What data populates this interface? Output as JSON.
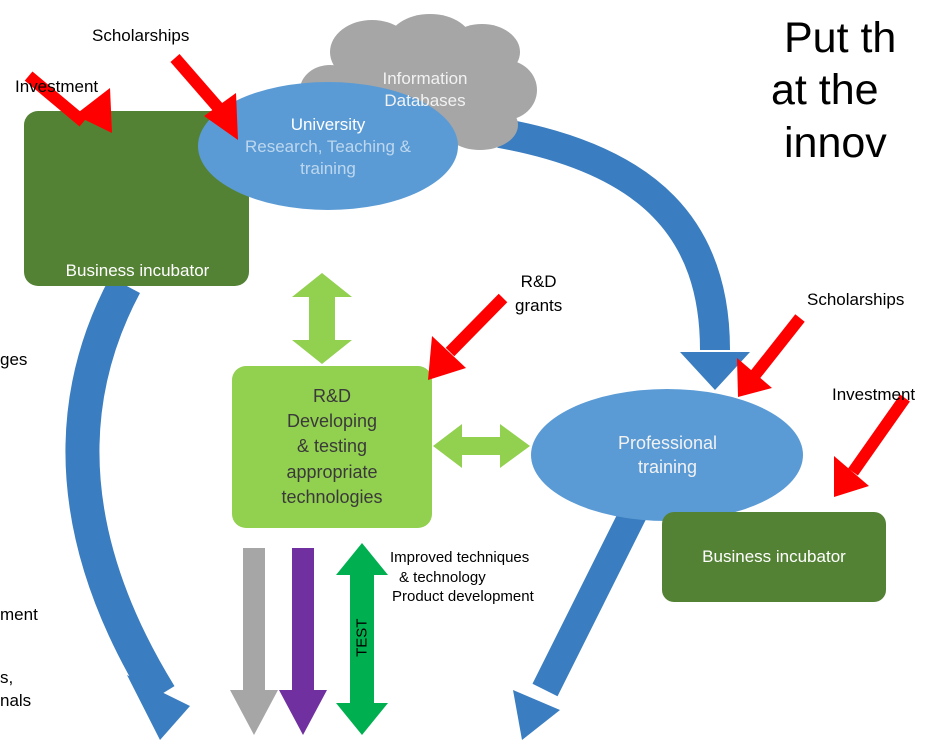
{
  "title": {
    "lines": [
      "Put th",
      "at the",
      "innov"
    ]
  },
  "cloud": {
    "lines": [
      "Information",
      "Databases"
    ]
  },
  "university": {
    "line1": "University",
    "line2": "Research, Teaching &",
    "line3": "training"
  },
  "incubator_left": {
    "label": "Business incubator"
  },
  "incubator_right": {
    "label": "Business incubator"
  },
  "rd_box": {
    "lines": [
      "R&D",
      "Developing",
      "& testing",
      "appropriate",
      "technologies"
    ]
  },
  "professional": {
    "line1": "Professional",
    "line2": "training"
  },
  "labels": {
    "scholarships_top": "Scholarships",
    "investment_top": "Investment",
    "rd_grants": [
      "R&D",
      "grants"
    ],
    "scholarships_right": "Scholarships",
    "investment_right": "Investment",
    "improved": [
      "Improved techniques",
      "& technology",
      "Product development"
    ],
    "test": "TEST",
    "left_cut_1": "ges",
    "left_cut_2": "ment",
    "left_cut_3": "s,",
    "left_cut_4": "nals"
  },
  "colors": {
    "blue_flow": "#3a7dc0",
    "ellipse": "#5b9bd5",
    "dark_green": "#548235",
    "light_green": "#92d050",
    "red": "#ff0000",
    "gray_cloud": "#a6a6a6",
    "gray_arrow": "#a6a6a6",
    "purple_arrow": "#7030a0",
    "test_green": "#00b050"
  }
}
